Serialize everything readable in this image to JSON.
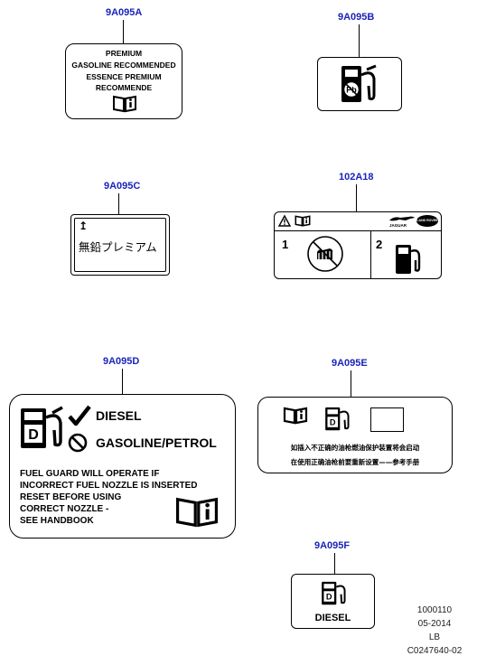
{
  "labels": {
    "a": {
      "part": "9A095A",
      "lines": [
        "PREMIUM",
        "GASOLINE  RECOMMENDED",
        "ESSENCE  PREMIUM",
        "RECOMMENDE"
      ]
    },
    "b": {
      "part": "9A095B"
    },
    "c": {
      "part": "9A095C",
      "arrow": "↥",
      "text": "無鉛プレミアム"
    },
    "d": {
      "part": "102A18",
      "brand": "JAGUAR",
      "badge": "LAND ROVER",
      "step1": "1",
      "step2": "2"
    },
    "e": {
      "part": "9A095D",
      "diesel": "DIESEL",
      "gasoline": "GASOLINE/PETROL",
      "warning": [
        "FUEL GUARD WILL OPERATE IF",
        "INCORRECT FUEL NOZZLE IS INSERTED",
        "RESET BEFORE USING",
        "CORRECT NOZZLE -",
        "SEE HANDBOOK"
      ]
    },
    "f": {
      "part": "9A095E",
      "line1": "如插入不正确的油枪燃油保护装置将会启动",
      "line2": "在使用正确油枪前要重新设置——参考手册"
    },
    "g": {
      "part": "9A095F",
      "text": "DIESEL"
    }
  },
  "footer": {
    "lines": [
      "1000110",
      "05-2014",
      "LB",
      "C0247640-02"
    ]
  },
  "icons": {
    "book": "handbook-info-icon",
    "pump": "fuel-pump-icon",
    "diesel_pump": "diesel-fuel-pump-icon",
    "check": "check-mark-icon",
    "prohibit": "prohibited-icon",
    "warning": "warning-triangle-icon",
    "no_gasoline": "no-gasoline-icon"
  }
}
